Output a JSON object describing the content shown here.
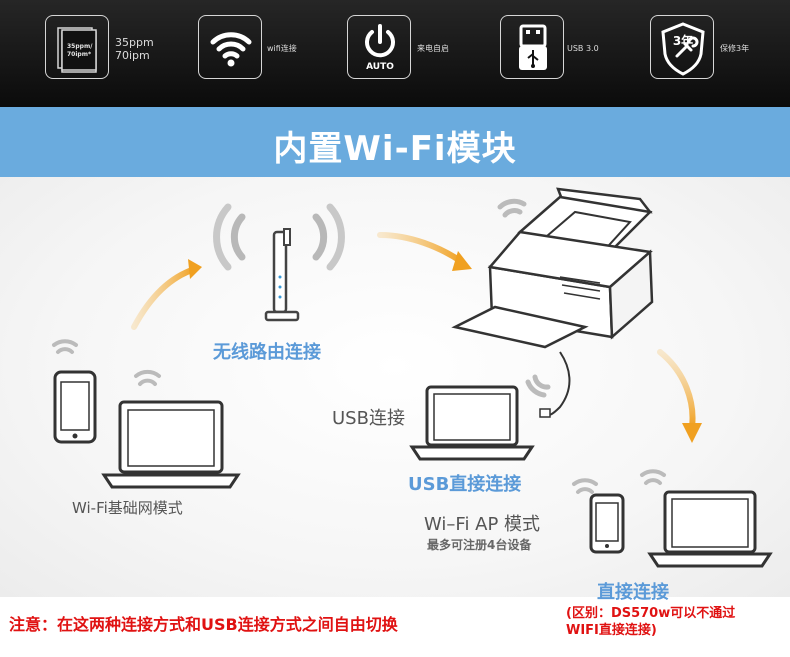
{
  "features": [
    {
      "icon": "pages-speed-icon",
      "badge_line1": "35ppm/",
      "badge_line2": "70ipm*",
      "line1": "35ppm",
      "line2": "70ipm"
    },
    {
      "icon": "wifi-icon",
      "label": "wifi连接"
    },
    {
      "icon": "power-auto-icon",
      "badge": "AUTO",
      "label": "来电自启"
    },
    {
      "icon": "usb-icon",
      "label": "USB 3.0"
    },
    {
      "icon": "warranty-shield-icon",
      "badge": "3年",
      "label": "保修3年"
    }
  ],
  "title": "内置Wi-Fi模块",
  "diagram": {
    "router_label": "无线路由连接",
    "usb_label": "USB连接",
    "usb_direct_label": "USB直接连接",
    "infra_label": "Wi-Fi基础网模式",
    "ap_label": "Wi–Fi AP 模式",
    "ap_sub": "最多可注册4台设备",
    "direct_label": "直接连接"
  },
  "footer": {
    "note": "注意：在这两种连接方式和USB连接方式之间自由切换",
    "diff_line1": "(区别：DS570w可以不通过",
    "diff_line2": "WIFI直接连接)"
  },
  "colors": {
    "band": "#6aabde",
    "arrow": "#f0a830",
    "label_blue": "#5b9ad8",
    "note_red": "#e01212"
  }
}
